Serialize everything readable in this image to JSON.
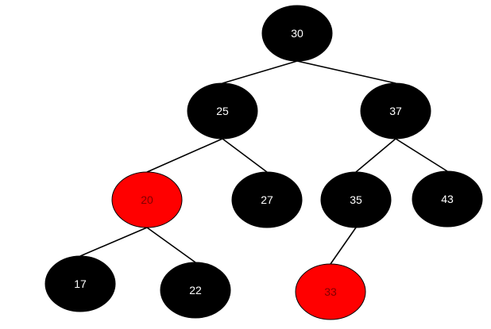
{
  "tree": {
    "colors": {
      "black_node": "#000000",
      "red_node": "#ff0000",
      "edge": "#000000",
      "label_on_black": "#ffffff",
      "label_on_red": "#800000"
    },
    "nodes": {
      "n30": {
        "label": "30",
        "color": "black"
      },
      "n25": {
        "label": "25",
        "color": "black"
      },
      "n37": {
        "label": "37",
        "color": "black"
      },
      "n20": {
        "label": "20",
        "color": "red"
      },
      "n27": {
        "label": "27",
        "color": "black"
      },
      "n35": {
        "label": "35",
        "color": "black"
      },
      "n43": {
        "label": "43",
        "color": "black"
      },
      "n17": {
        "label": "17",
        "color": "black"
      },
      "n22": {
        "label": "22",
        "color": "black"
      },
      "n33": {
        "label": "33",
        "color": "red"
      }
    },
    "edges": [
      [
        "n30",
        "n25"
      ],
      [
        "n30",
        "n37"
      ],
      [
        "n25",
        "n20"
      ],
      [
        "n25",
        "n27"
      ],
      [
        "n37",
        "n35"
      ],
      [
        "n37",
        "n43"
      ],
      [
        "n20",
        "n17"
      ],
      [
        "n20",
        "n22"
      ],
      [
        "n35",
        "n33"
      ]
    ]
  }
}
